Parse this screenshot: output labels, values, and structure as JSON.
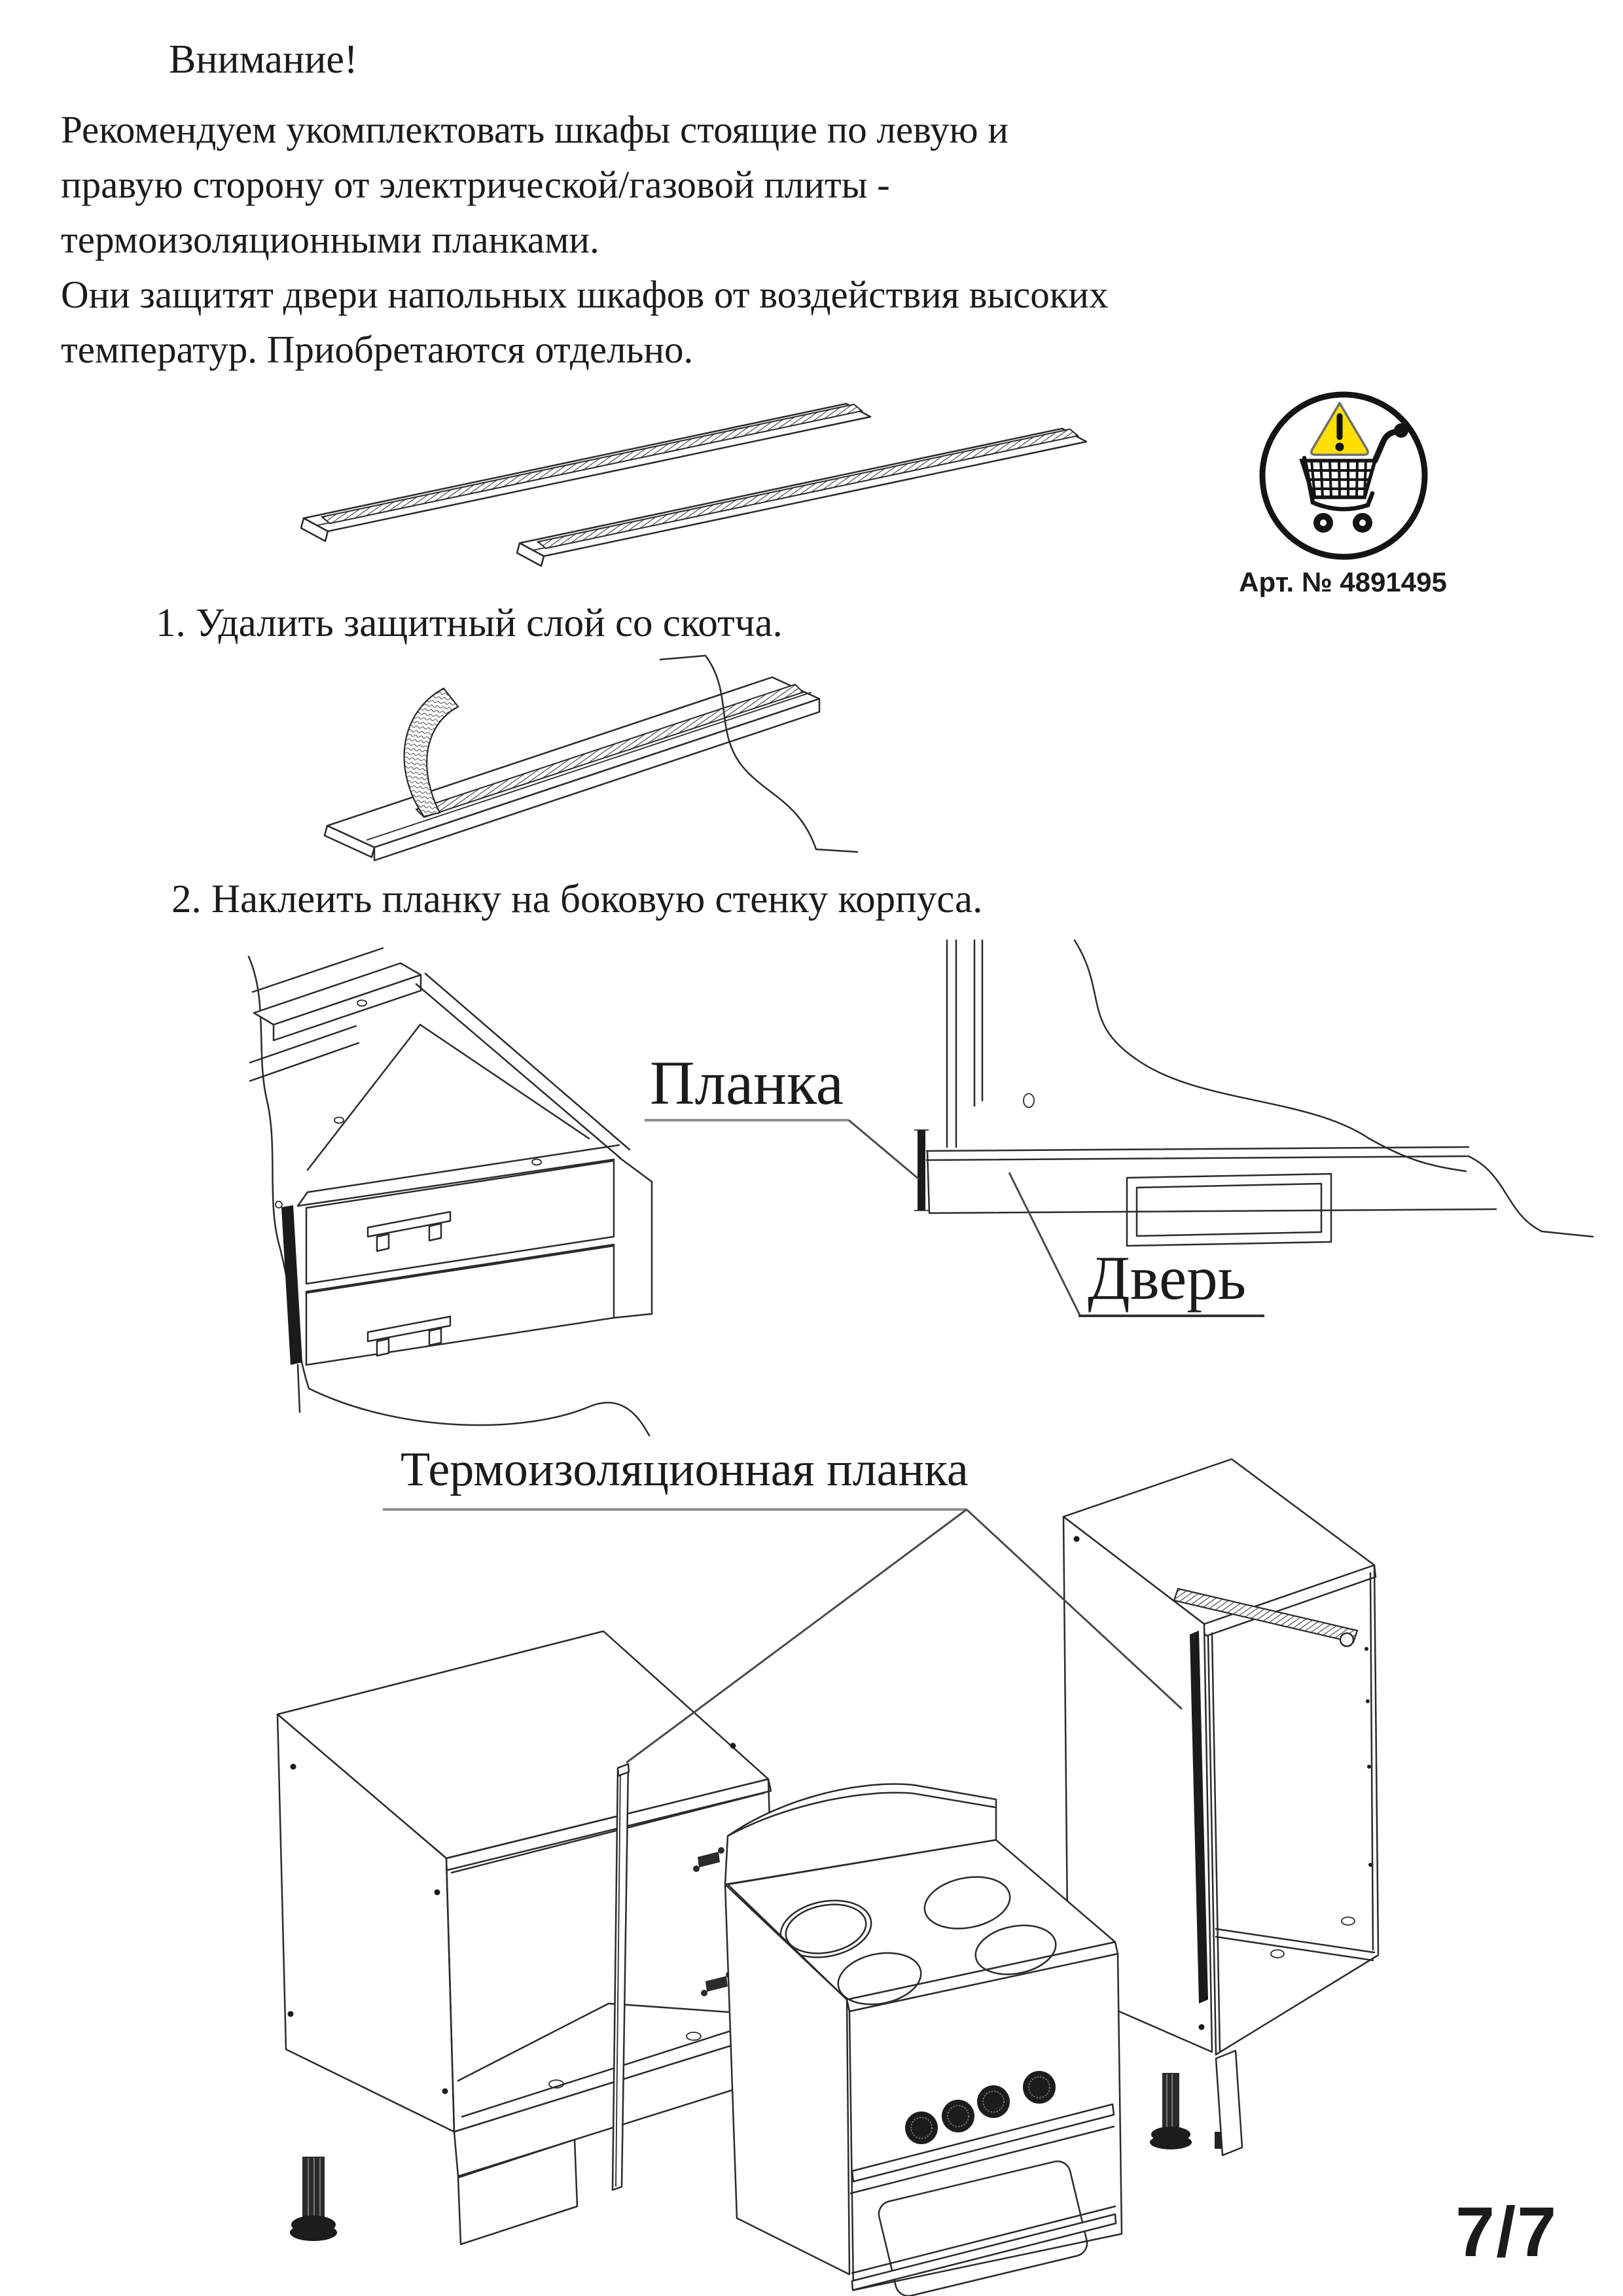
{
  "doc": {
    "attention": "Внимание!",
    "intro": {
      "lines": [
        "Рекомендуем укомплектовать шкафы стоящие по левую и",
        "правую сторону от электрической/газовой плиты -",
        "термоизоляционными планками.",
        "Они защитят двери напольных шкафов от воздействия высоких",
        "температур. Приобретаются отдельно."
      ]
    },
    "badge": {
      "caption": "Арт. № 4891495",
      "icons": [
        "warning-triangle-icon",
        "shopping-cart-icon"
      ]
    },
    "steps": [
      {
        "text": "1. Удалить защитный слой со скотча."
      },
      {
        "text": "2. Наклеить планку на боковую стенку корпуса."
      }
    ],
    "labels": {
      "strip": "Планка",
      "door": "Дверь",
      "thermo_strip": "Термоизоляционная планка"
    },
    "page_number": "7/7",
    "colors": {
      "warning_yellow": "#FFE000",
      "line_art": "#2b2b2b"
    }
  }
}
